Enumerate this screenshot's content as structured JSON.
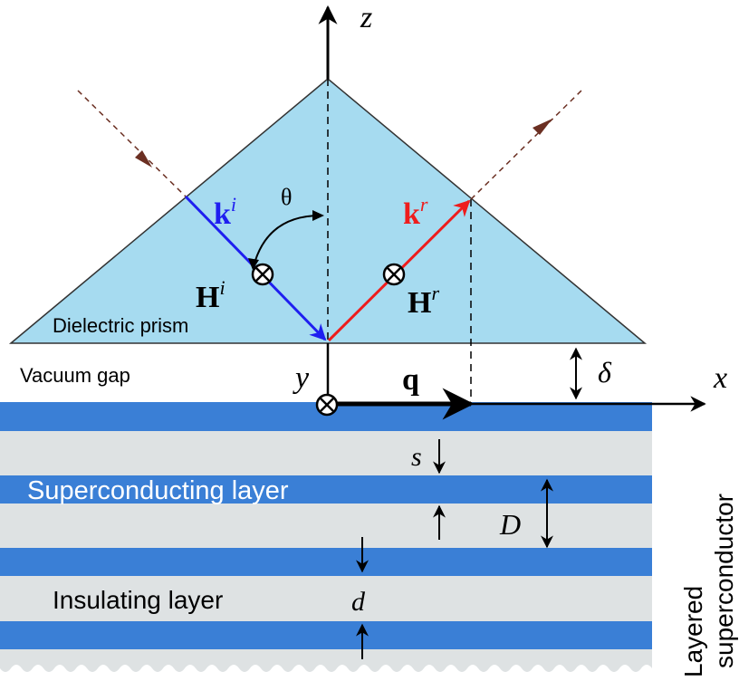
{
  "labels": {
    "axis_z": "z",
    "axis_x": "x",
    "axis_y": "y",
    "theta": "θ",
    "k_incident": "k",
    "k_incident_sup": "i",
    "k_reflected": "k",
    "k_reflected_sup": "r",
    "H_incident": "H",
    "H_incident_sup": "i",
    "H_reflected": "H",
    "H_reflected_sup": "r",
    "q": "q",
    "delta": "δ",
    "s": "s",
    "D": "D",
    "d": "d",
    "prism": "Dielectric prism",
    "vacuum_gap": "Vacuum gap",
    "superconducting_layer": "Superconducting layer",
    "insulating_layer": "Insulating layer",
    "side_line1": "Layered",
    "side_line2": "superconductor"
  },
  "colors": {
    "prism_fill": "#a6dbf0",
    "superconducting": "#3a7fd6",
    "insulating": "#dee2e3",
    "incident": "#1f1ff0",
    "reflected": "#ee1c1c",
    "ray_extension": "#6b2f22"
  }
}
